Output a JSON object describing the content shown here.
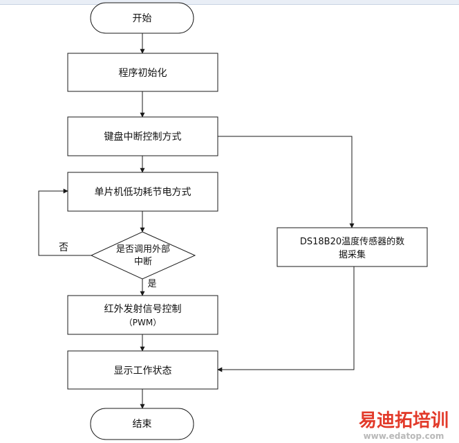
{
  "nodes": {
    "start": "开始",
    "init": "程序初始化",
    "keyboard": "键盘中断控制方式",
    "lowpower": "单片机低功耗节电方式",
    "decision_line1": "是否调用外部",
    "decision_line2": "中断",
    "ir_line1": "红外发射信号控制",
    "ir_line2": "（PWM）",
    "display": "显示工作状态",
    "end": "结束",
    "ds_line1": "DS18B20温度传感器的数",
    "ds_line2": "据采集"
  },
  "labels": {
    "no": "否",
    "yes": "是"
  },
  "watermark": {
    "title": "易迪拓培训",
    "url": "www.edatop.com"
  },
  "colors": {
    "stroke": "#1a1a1a",
    "watermark_red": "#e23a2a",
    "watermark_gray": "#b8b8b8"
  }
}
